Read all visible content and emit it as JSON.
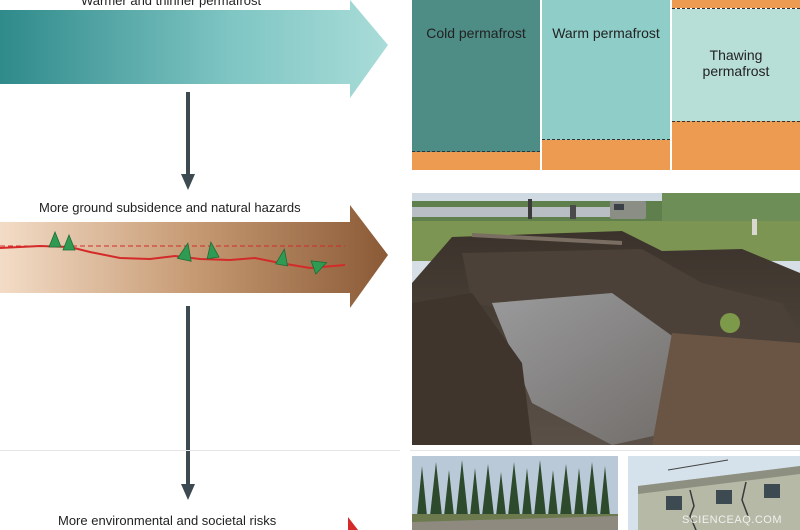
{
  "top_arrow": {
    "label": "Warmer and thinner permafrost"
  },
  "middle_arrow": {
    "label": "More ground subsidence and natural hazards"
  },
  "bottom_arrow": {
    "label": "More environmental and societal risks"
  },
  "permafrost_columns": [
    {
      "label": "Cold permafrost",
      "fill": "#4e8c86"
    },
    {
      "label": "Warm permafrost",
      "fill": "#8ecdc8"
    },
    {
      "label": "Thawing permafrost",
      "fill": "#b8ded8"
    }
  ],
  "colors": {
    "active_layer": "#ee9b52",
    "subsidence_line": "#d42a2a",
    "tree": "#2f9a52",
    "down_arrow": "#3d4a52"
  },
  "photos": {
    "hazard_photo": {
      "icon": "thaw-slump-photo"
    },
    "forest_photo": {
      "icon": "forest-photo"
    },
    "building_photo": {
      "icon": "damaged-building-photo"
    }
  },
  "watermark": "SCIENCEAQ.COM"
}
